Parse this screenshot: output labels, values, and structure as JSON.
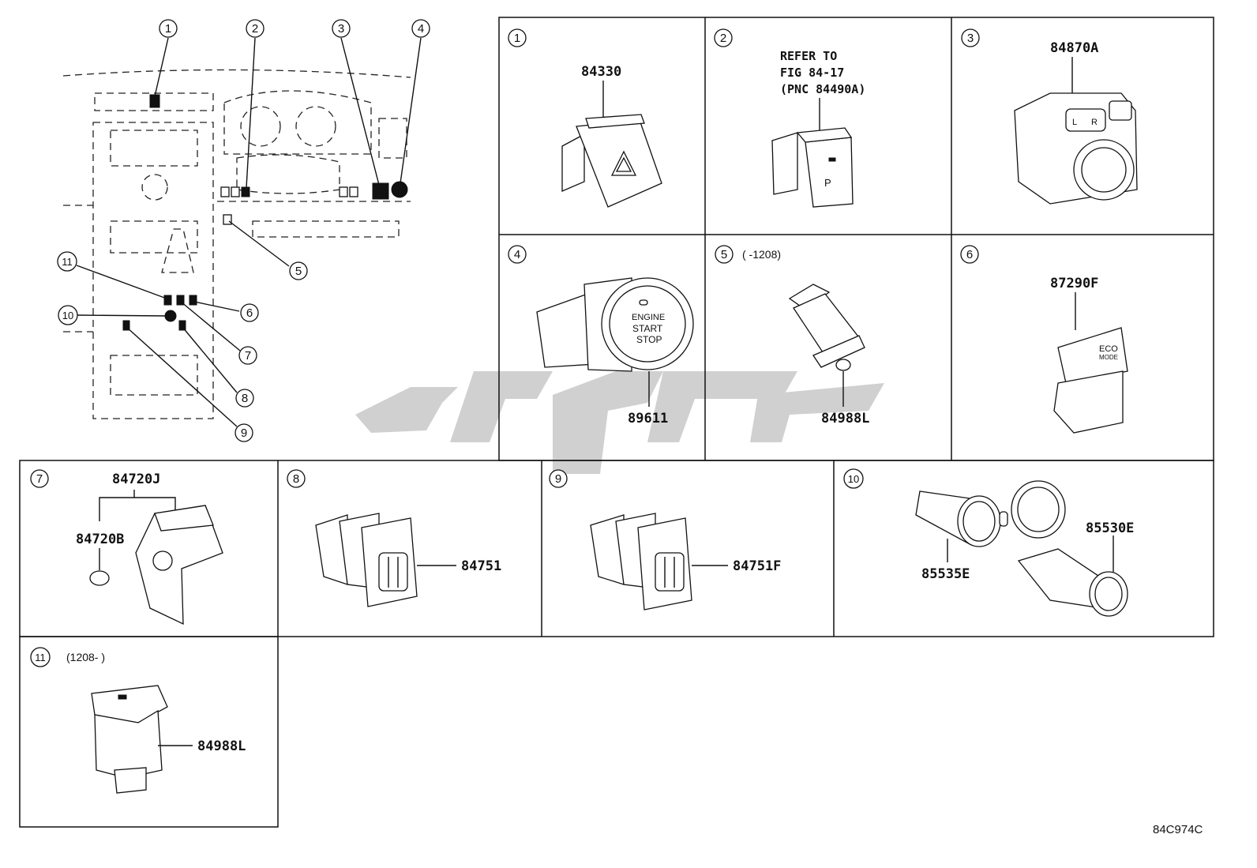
{
  "overview": {
    "callouts": [
      "1",
      "2",
      "3",
      "4",
      "5",
      "11",
      "10",
      "6",
      "7",
      "8",
      "9"
    ]
  },
  "panels": {
    "p1": {
      "num": "1",
      "part": "84330"
    },
    "p2": {
      "num": "2",
      "note": [
        "REFER TO",
        "FIG 84-17",
        "(PNC 84490A)"
      ]
    },
    "p3": {
      "num": "3",
      "part": "84870A"
    },
    "p4": {
      "num": "4",
      "part": "89611",
      "button_text": [
        "ENGINE",
        "START",
        "STOP"
      ]
    },
    "p5": {
      "num": "5",
      "range": "(      -1208)",
      "part": "84988L"
    },
    "p6": {
      "num": "6",
      "part": "87290F",
      "button_text": [
        "ECO",
        "MODE"
      ]
    },
    "p7": {
      "num": "7",
      "parts": [
        "84720J",
        "84720B"
      ]
    },
    "p8": {
      "num": "8",
      "part": "84751"
    },
    "p9": {
      "num": "9",
      "part": "84751F"
    },
    "p10": {
      "num": "10",
      "parts": [
        "85535E",
        "85530E"
      ]
    },
    "p11": {
      "num": "11",
      "range": "(1208-     )",
      "part": "84988L"
    }
  },
  "doc_id": "84C974C",
  "colors": {
    "line": "#111111",
    "watermark": "#c8c8c8"
  }
}
